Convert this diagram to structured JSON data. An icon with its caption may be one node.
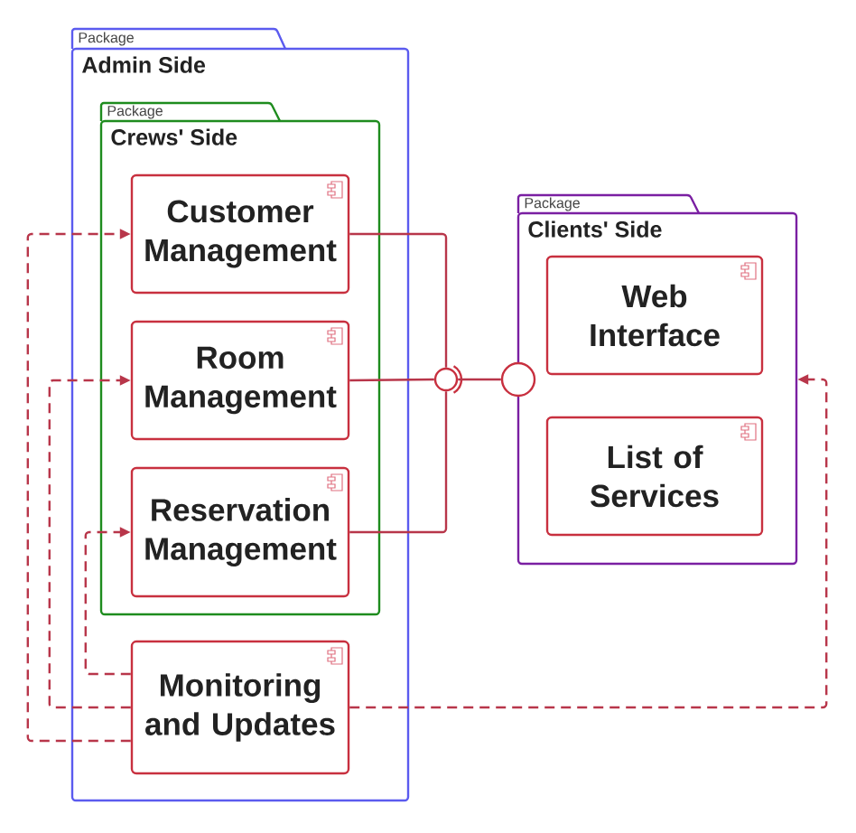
{
  "diagram": {
    "nodes": [
      {
        "text": [
          "Package",
          "Admin Side"
        ]
      },
      {
        "text": [
          "Package",
          "Crews' Side"
        ],
        "in": 0
      },
      {
        "text": [
          "Customer Management"
        ],
        "in": 1
      },
      {
        "text": [
          "Room Management"
        ],
        "in": 1
      },
      {
        "text": [
          "Reservation Management"
        ],
        "in": 1
      },
      {
        "text": [
          "Monitoring and Updates"
        ],
        "in": 0
      },
      {
        "text": [
          "Package",
          "Clients' Side"
        ]
      },
      {
        "text": [
          "Web Interface"
        ],
        "in": 6
      },
      {
        "text": [
          "List of Services"
        ],
        "in": 6
      },
      {
        "text": [],
        "shape": "socket"
      },
      {
        "text": [],
        "shape": "circle"
      }
    ],
    "edges": [
      {
        "from": 2,
        "to": 9,
        "arrow": "none"
      },
      {
        "from": 3,
        "to": 9,
        "arrow": "none"
      },
      {
        "from": 4,
        "to": 9,
        "arrow": "none"
      },
      {
        "from": 9,
        "to": 10,
        "arrow": "none"
      },
      {
        "from": 5,
        "to": 2,
        "arrow": "to",
        "style": "dashed"
      },
      {
        "from": 5,
        "to": 3,
        "arrow": "to",
        "style": "dashed"
      },
      {
        "from": 5,
        "to": 4,
        "arrow": "to",
        "style": "dashed"
      },
      {
        "from": 5,
        "to": 6,
        "arrow": "to",
        "style": "dashed"
      }
    ]
  }
}
